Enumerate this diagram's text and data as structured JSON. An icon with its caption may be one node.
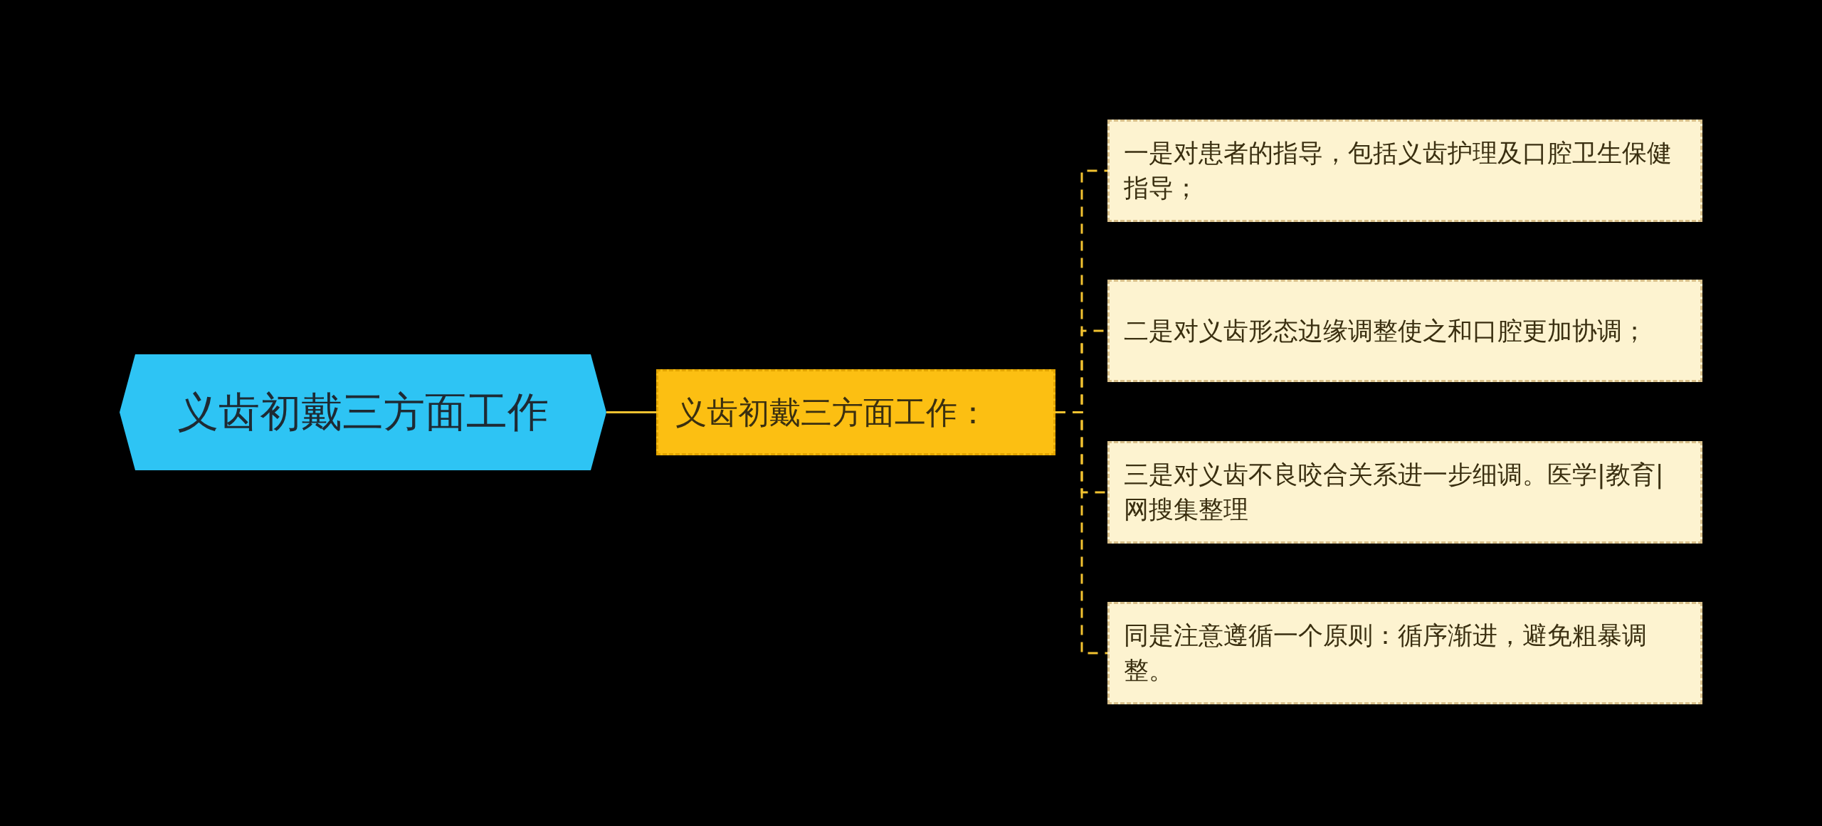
{
  "diagram": {
    "nodes": [
      {
        "text": [
          "义齿初戴三方面工作"
        ]
      },
      {
        "text": [
          "义齿初戴三方面工作："
        ]
      },
      {
        "text": [
          "一是对患者的指导，包括义齿护理及口腔卫生保健指导；"
        ]
      },
      {
        "text": [
          "二是对义齿形态边缘调整使之和口腔更加协调；"
        ]
      },
      {
        "text": [
          "三是对义齿不良咬合关系进一步细调。医学|教育|网搜集整理"
        ]
      },
      {
        "text": [
          "同是注意遵循一个原则：循序渐进，避免粗暴调整。"
        ]
      }
    ],
    "edges": [
      {
        "from": 0,
        "to": 1,
        "arrow": "none"
      },
      {
        "from": 1,
        "to": 2,
        "arrow": "none",
        "style": "dashed"
      },
      {
        "from": 1,
        "to": 3,
        "arrow": "none",
        "style": "dashed"
      },
      {
        "from": 1,
        "to": 4,
        "arrow": "none",
        "style": "dashed"
      },
      {
        "from": 1,
        "to": 5,
        "arrow": "none",
        "style": "dashed"
      }
    ]
  }
}
